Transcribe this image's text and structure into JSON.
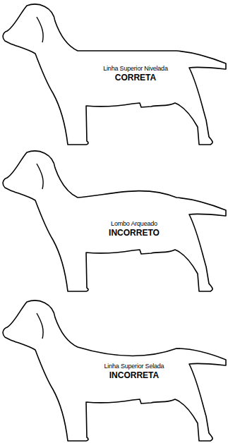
{
  "diagram": {
    "nodes": [
      {
        "text": [
          "Linha Superior Nivelada",
          "CORRETA"
        ]
      },
      {
        "text": [
          "Lombo Arqueado",
          "INCORRETO"
        ]
      },
      {
        "text": [
          "Linha Superior Selada",
          "INCORRETA"
        ]
      }
    ]
  }
}
